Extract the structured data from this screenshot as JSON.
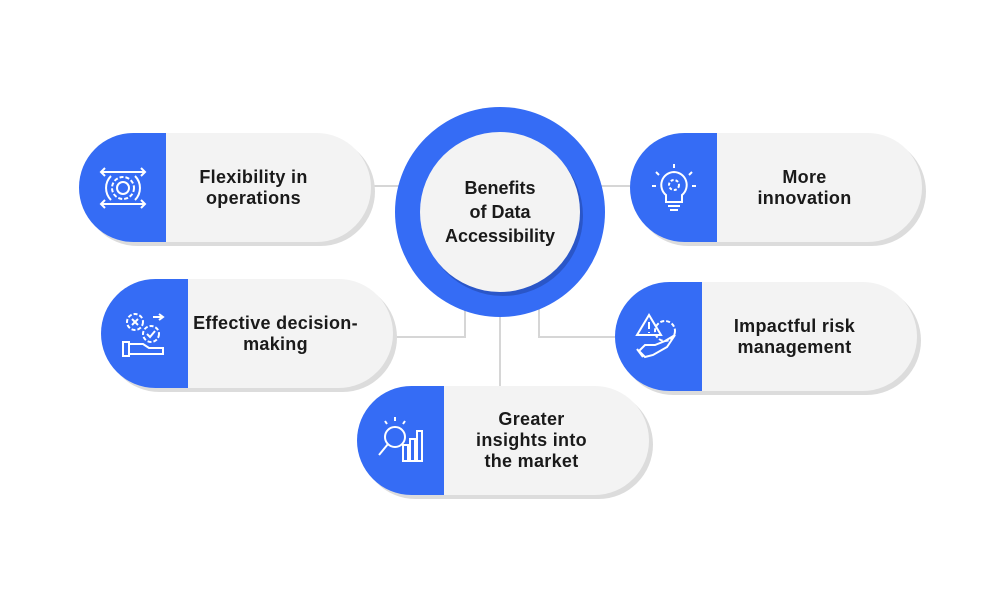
{
  "center": {
    "line1": "Benefits",
    "line2": "of Data",
    "line3": "Accessibility"
  },
  "benefits": [
    {
      "label": "Flexibility in operations",
      "icon": "gear-arrows-icon"
    },
    {
      "label": "Effective decision-making",
      "icon": "gears-hand-icon"
    },
    {
      "label": "Greater insights into the market",
      "icon": "bulb-search-chart-icon"
    },
    {
      "label": "More innovation",
      "icon": "lightbulb-gear-icon"
    },
    {
      "label": "Impactful risk management",
      "icon": "warning-gear-hand-icon"
    }
  ],
  "colors": {
    "accent": "#356cf5",
    "pill": "#f3f3f3",
    "connector": "#d6d6d6"
  }
}
